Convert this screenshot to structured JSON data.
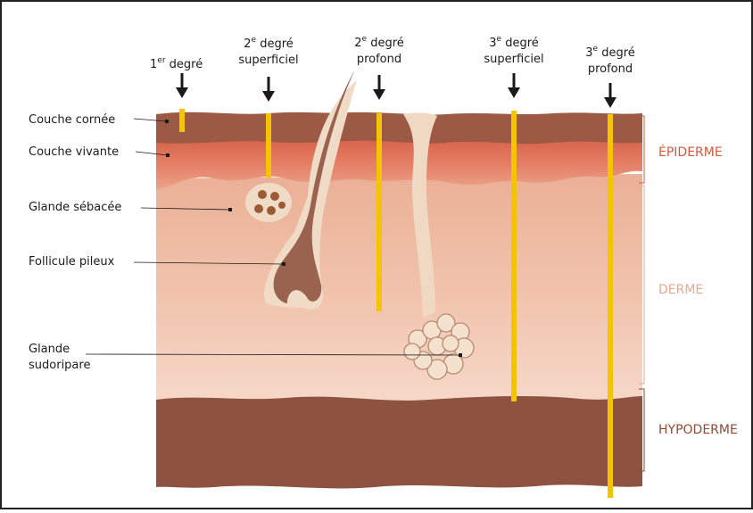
{
  "degrees": {
    "d1": {
      "pre": "1",
      "sup": "er",
      "post": " degré"
    },
    "d2s": {
      "pre": "2",
      "sup": "e",
      "post": " degré",
      "line2": "superficiel"
    },
    "d2p": {
      "pre": "2",
      "sup": "e",
      "post": " degré",
      "line2": "profond"
    },
    "d3s": {
      "pre": "3",
      "sup": "e",
      "post": " degré",
      "line2": "superficiel"
    },
    "d3p": {
      "pre": "3",
      "sup": "e",
      "post": " degré",
      "line2": "profond"
    }
  },
  "labels": {
    "couche_cornee": "Couche cornée",
    "couche_vivante": "Couche vivante",
    "glande_sebacee": "Glande sébacée",
    "follicule": "Follicule pileux",
    "glande_sud_1": "Glande",
    "glande_sud_2": "sudoripare"
  },
  "sections": {
    "epiderme": "ÉPIDERME",
    "derme": "DERME",
    "hypoderme": "HYPODERME"
  },
  "colors": {
    "epiderme": "#d9583e",
    "derme": "#e8a890",
    "hypoderme": "#8d4a35",
    "burn_marker": "#f5c400",
    "cornea": "#9c5a45"
  }
}
